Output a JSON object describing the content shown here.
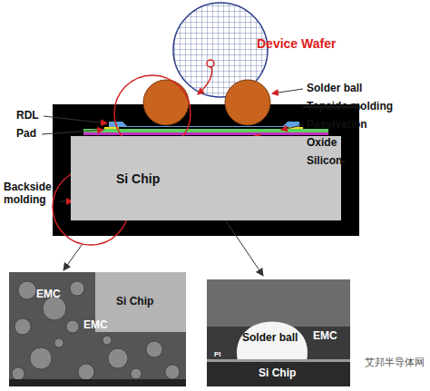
{
  "diagram": {
    "nodes": [
      {
        "text": [
          "Si Chip"
        ]
      }
    ],
    "labels": [
      "Device Wafer",
      "Solder ball",
      "Topside molding",
      "RDL",
      "Passivation",
      "Pad",
      "Oxide",
      "Silicon",
      "Backside molding",
      "EMC",
      "Si Chip",
      "EMC",
      "Solder ball",
      "EMC",
      "PI",
      "Si Chip",
      "艾邦半导体网"
    ]
  }
}
